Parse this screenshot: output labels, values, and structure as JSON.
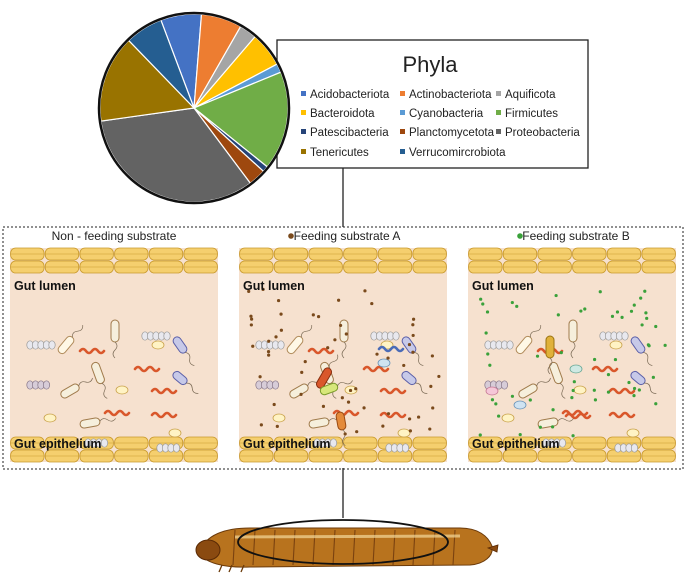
{
  "legend": {
    "title": "Phyla",
    "items": [
      {
        "label": "Acidobacteriota",
        "color": "#4472c4"
      },
      {
        "label": "Actinobacteriota",
        "color": "#ed7d31"
      },
      {
        "label": "Aquificota",
        "color": "#a5a5a5"
      },
      {
        "label": "Bacteroidota",
        "color": "#ffc000"
      },
      {
        "label": "Cyanobacteria",
        "color": "#5b9bd5"
      },
      {
        "label": "Firmicutes",
        "color": "#70ad47"
      },
      {
        "label": "Patescibacteria",
        "color": "#264478"
      },
      {
        "label": "Planctomycetota",
        "color": "#9e480e"
      },
      {
        "label": "Proteobacteria",
        "color": "#636363"
      },
      {
        "label": "Tenericutes",
        "color": "#997300"
      },
      {
        "label": "Verrucomircrobiota",
        "color": "#255e91"
      }
    ]
  },
  "pie_data": {
    "type": "pie",
    "slices": [
      {
        "label": "Acidobacteriota",
        "value": 7
      },
      {
        "label": "Actinobacteriota",
        "value": 7
      },
      {
        "label": "Aquificota",
        "value": 3
      },
      {
        "label": "Bacteroidota",
        "value": 6
      },
      {
        "label": "Cyanobacteria",
        "value": 1.5
      },
      {
        "label": "Firmicutes",
        "value": 17
      },
      {
        "label": "Patescibacteria",
        "value": 1
      },
      {
        "label": "Planctomycetota",
        "value": 3
      },
      {
        "label": "Proteobacteria",
        "value": 33
      },
      {
        "label": "Tenericutes",
        "value": 15
      },
      {
        "label": "Verrucomircrobiota",
        "value": 6.5
      }
    ]
  },
  "panels": [
    {
      "title": "Non - feeding substrate",
      "lumen_label": "Gut lumen",
      "epithelium_label": "Gut epithelium",
      "has_dot": false,
      "particle_color": ""
    },
    {
      "title": "Feeding substrate A",
      "lumen_label": "Gut lumen",
      "epithelium_label": "Gut epithelium",
      "has_dot": true,
      "particle_color": "#7a4a1c"
    },
    {
      "title": "Feeding substrate B",
      "lumen_label": "Gut lumen",
      "epithelium_label": "Gut epithelium",
      "has_dot": true,
      "particle_color": "#3aa13a"
    }
  ],
  "colors": {
    "lumen_bg": "#f6e1cf",
    "cell_fill": "#f5cf6e",
    "cell_stroke": "#c99a2e",
    "larva": "#b8731e"
  }
}
